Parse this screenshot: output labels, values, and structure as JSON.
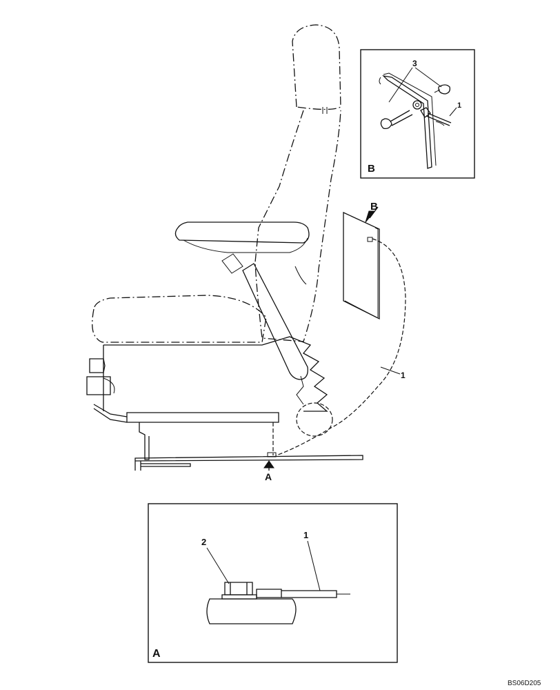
{
  "labels": {
    "detail_b_title": "B",
    "detail_b_part3": "3",
    "detail_b_part1": "1",
    "view_b_arrow": "B",
    "cable_part1": "1",
    "view_a_arrow": "A",
    "detail_a_title": "A",
    "detail_a_part2": "2",
    "detail_a_part1": "1",
    "drawing_code": "BS06D205"
  }
}
